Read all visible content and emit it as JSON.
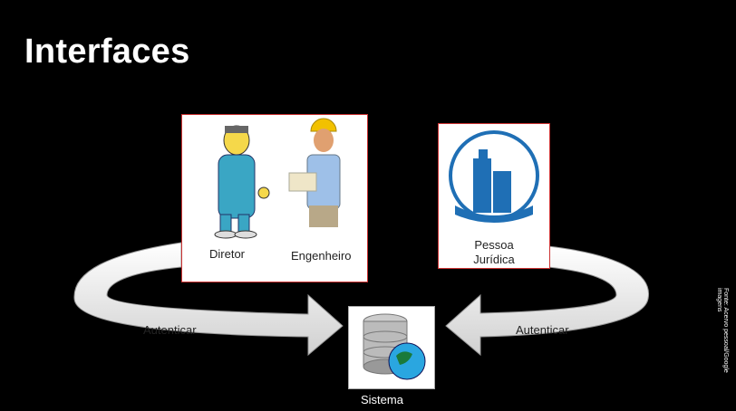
{
  "title": "Interfaces",
  "left_card": {
    "labels": [
      "Diretor",
      "Engenheiro"
    ]
  },
  "right_card": {
    "label_line1": "Pessoa",
    "label_line2": "Jurídica"
  },
  "arrows": {
    "left_label": "Autenticar",
    "right_label": "Autenticar"
  },
  "center": {
    "label": "Sistema"
  },
  "credit": "Fonte: Acervo pessoal/Google imagens",
  "colors": {
    "background": "#000000",
    "accent_blue": "#1f6fb5",
    "card_border": "#cc3333"
  }
}
